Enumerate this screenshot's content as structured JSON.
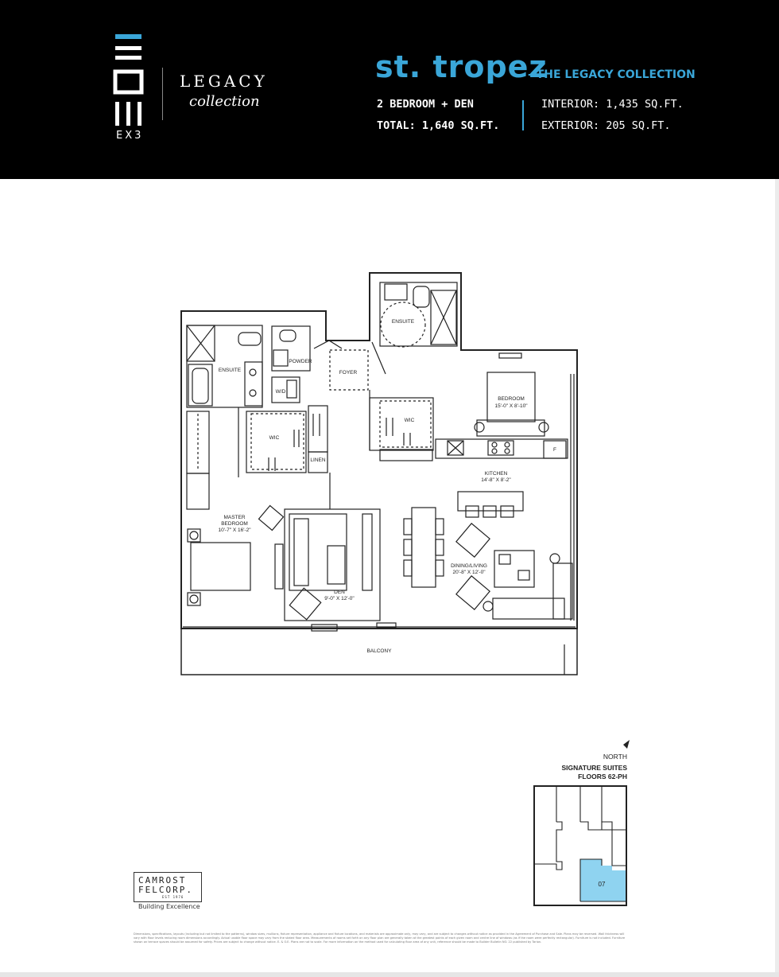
{
  "brand": {
    "mark_text": "EX3",
    "legacy": "LEGACY",
    "collection": "collection"
  },
  "suite": {
    "name": "st. tropez",
    "collection": "- THE LEGACY COLLECTION",
    "type": "2 BEDROOM + DEN",
    "total": "TOTAL: 1,640 SQ.FT.",
    "interior": "INTERIOR: 1,435 SQ.FT.",
    "exterior": "EXTERIOR: 205 SQ.FT."
  },
  "rooms": {
    "ensuite_top": "ENSUITE",
    "ensuite_left": "ENSUITE",
    "powder": "POWDER",
    "foyer": "FOYER",
    "wd": "W/D",
    "wic_left": "WIC",
    "wic_right": "WIC",
    "linen": "LINEN",
    "bedroom": "BEDROOM",
    "bedroom_dim": "15'-0\" X 8'-10\"",
    "kitchen": "KITCHEN",
    "kitchen_dim": "14'-8\" X 8'-2\"",
    "fridge": "F",
    "master": "MASTER",
    "master2": "BEDROOM",
    "master_dim": "10'-7\" X 16'-2\"",
    "den": "DEN",
    "den_dim": "9'-0\" X 12'-0\"",
    "dining": "DINING/LIVING",
    "dining_dim": "20'-8\" X 12'-0\"",
    "balcony": "BALCONY"
  },
  "keyplan": {
    "north": "NORTH",
    "line1": "SIGNATURE SUITES",
    "line2": "FLOORS 62-PH",
    "unit": "07",
    "highlight_color": "#8fd3f0"
  },
  "developer": {
    "line1": "CAMROST",
    "line2": "FELCORP.",
    "est": "EST 1976",
    "tagline": "Building Excellence"
  },
  "disclaimer": "Dimensions, specifications, layouts (including but not limited to the patterns), window sizes, mullions, fixture representation, appliance and fixture locations, and materials are approximate only, may vary, and are subject to changes without notice as provided in the Agreement of Purchase and Sale. Plans may be reversed. Wall thickness will vary with floor levels reducing room dimensions accordingly. Actual usable floor space may vary from the stated floor area. Measurements of rooms set forth on any floor plan are generally taken at the greatest points of each given room and centre line of windows (as if the room were perfectly rectangular). Furniture is not included. Furniture shown on terrace spaces should be assumed for safety. Prices are subject to change without notice. E. & O.E. Plans are not to scale. For more information on the method used for calculating floor area of any unit, reference should be made to Builder Bulletin NO. 22 published by Tarion.",
  "colors": {
    "accent": "#3aa6d8",
    "header_bg": "#000000"
  }
}
